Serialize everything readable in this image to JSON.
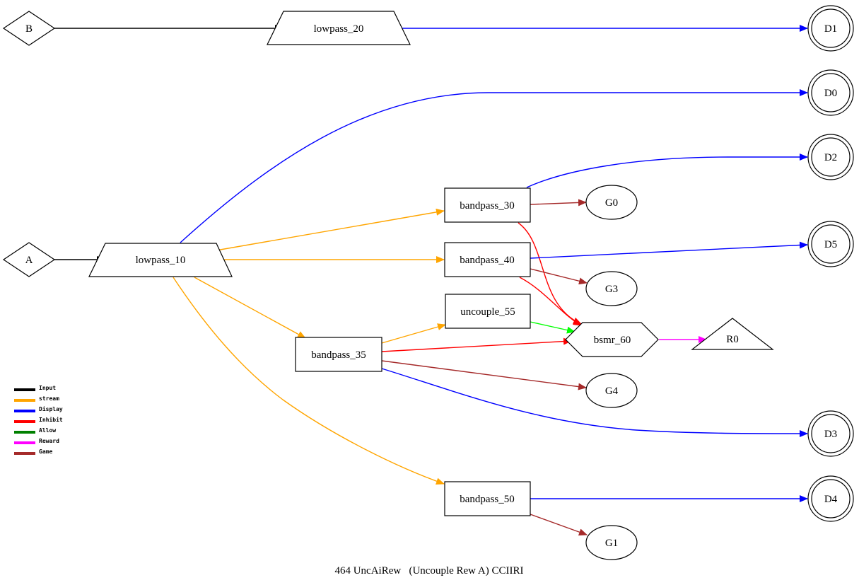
{
  "colors": {
    "input": "#000000",
    "stream": "#FFA500",
    "display": "#0000FF",
    "inhibit": "#FF0000",
    "allow": "#00FF00",
    "legend_allow": "#008000",
    "reward": "#FF00FF",
    "game": "#A52A2A"
  },
  "nodes": {
    "A": "A",
    "B": "B",
    "lowpass_10": "lowpass_10",
    "lowpass_20": "lowpass_20",
    "bandpass_30": "bandpass_30",
    "bandpass_35": "bandpass_35",
    "bandpass_40": "bandpass_40",
    "bandpass_50": "bandpass_50",
    "uncouple_55": "uncouple_55",
    "bsmr_60": "bsmr_60",
    "R0": "R0",
    "G0": "G0",
    "G1": "G1",
    "G3": "G3",
    "G4": "G4",
    "D0": "D0",
    "D1": "D1",
    "D2": "D2",
    "D3": "D3",
    "D4": "D4",
    "D5": "D5"
  },
  "legend": [
    {
      "label": "Input",
      "color": "#000000"
    },
    {
      "label": "stream",
      "color": "#FFA500"
    },
    {
      "label": "Display",
      "color": "#0000FF"
    },
    {
      "label": "Inhibit",
      "color": "#FF0000"
    },
    {
      "label": "Allow",
      "color": "#008000"
    },
    {
      "label": "Reward",
      "color": "#FF00FF"
    },
    {
      "label": "Game",
      "color": "#A52A2A"
    }
  ],
  "caption": "464 UncAiRew   (Uncouple Rew A) CCIIRI"
}
